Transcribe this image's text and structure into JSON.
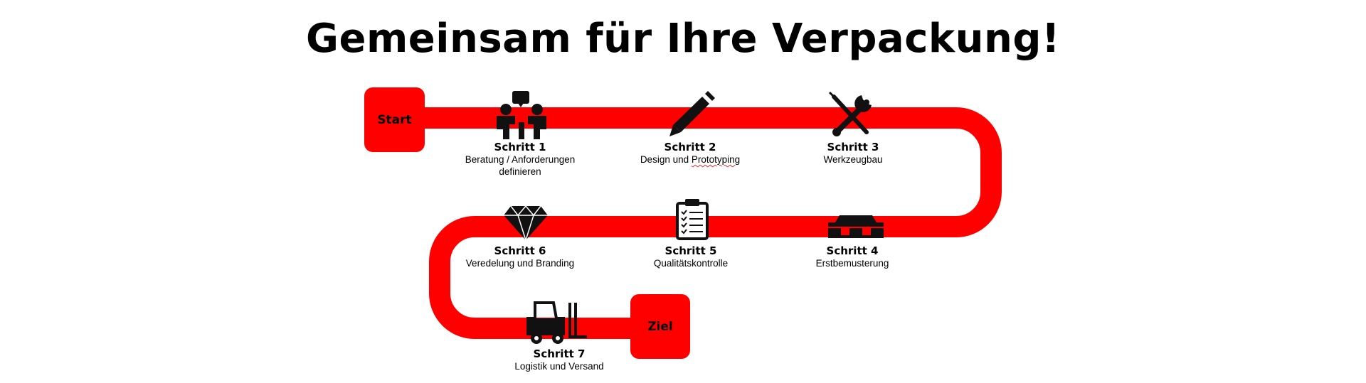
{
  "title": "Gemeinsam für Ihre Verpackung!",
  "start_label": "Start",
  "end_label": "Ziel",
  "colors": {
    "path": "#ff0000",
    "icon": "#111111",
    "text": "#000000"
  },
  "steps": [
    {
      "title": "Schritt 1",
      "desc_1": "Beratung / Anforderungen",
      "desc_2": "definieren",
      "icon": "meeting-icon"
    },
    {
      "title": "Schritt 2",
      "desc_1": "Design und ",
      "desc_2": "Prototyping",
      "icon": "pencil-icon"
    },
    {
      "title": "Schritt 3",
      "desc_1": "Werkzeugbau",
      "icon": "tools-icon"
    },
    {
      "title": "Schritt 4",
      "desc_1": "Erstbemusterung",
      "icon": "pallet-icon"
    },
    {
      "title": "Schritt 5",
      "desc_1": "Qualitätskontrolle",
      "icon": "clipboard-icon"
    },
    {
      "title": "Schritt 6",
      "desc_1": "Veredelung und Branding",
      "icon": "diamond-icon"
    },
    {
      "title": "Schritt 7",
      "desc_1": "Logistik und Versand",
      "icon": "forklift-icon"
    }
  ]
}
